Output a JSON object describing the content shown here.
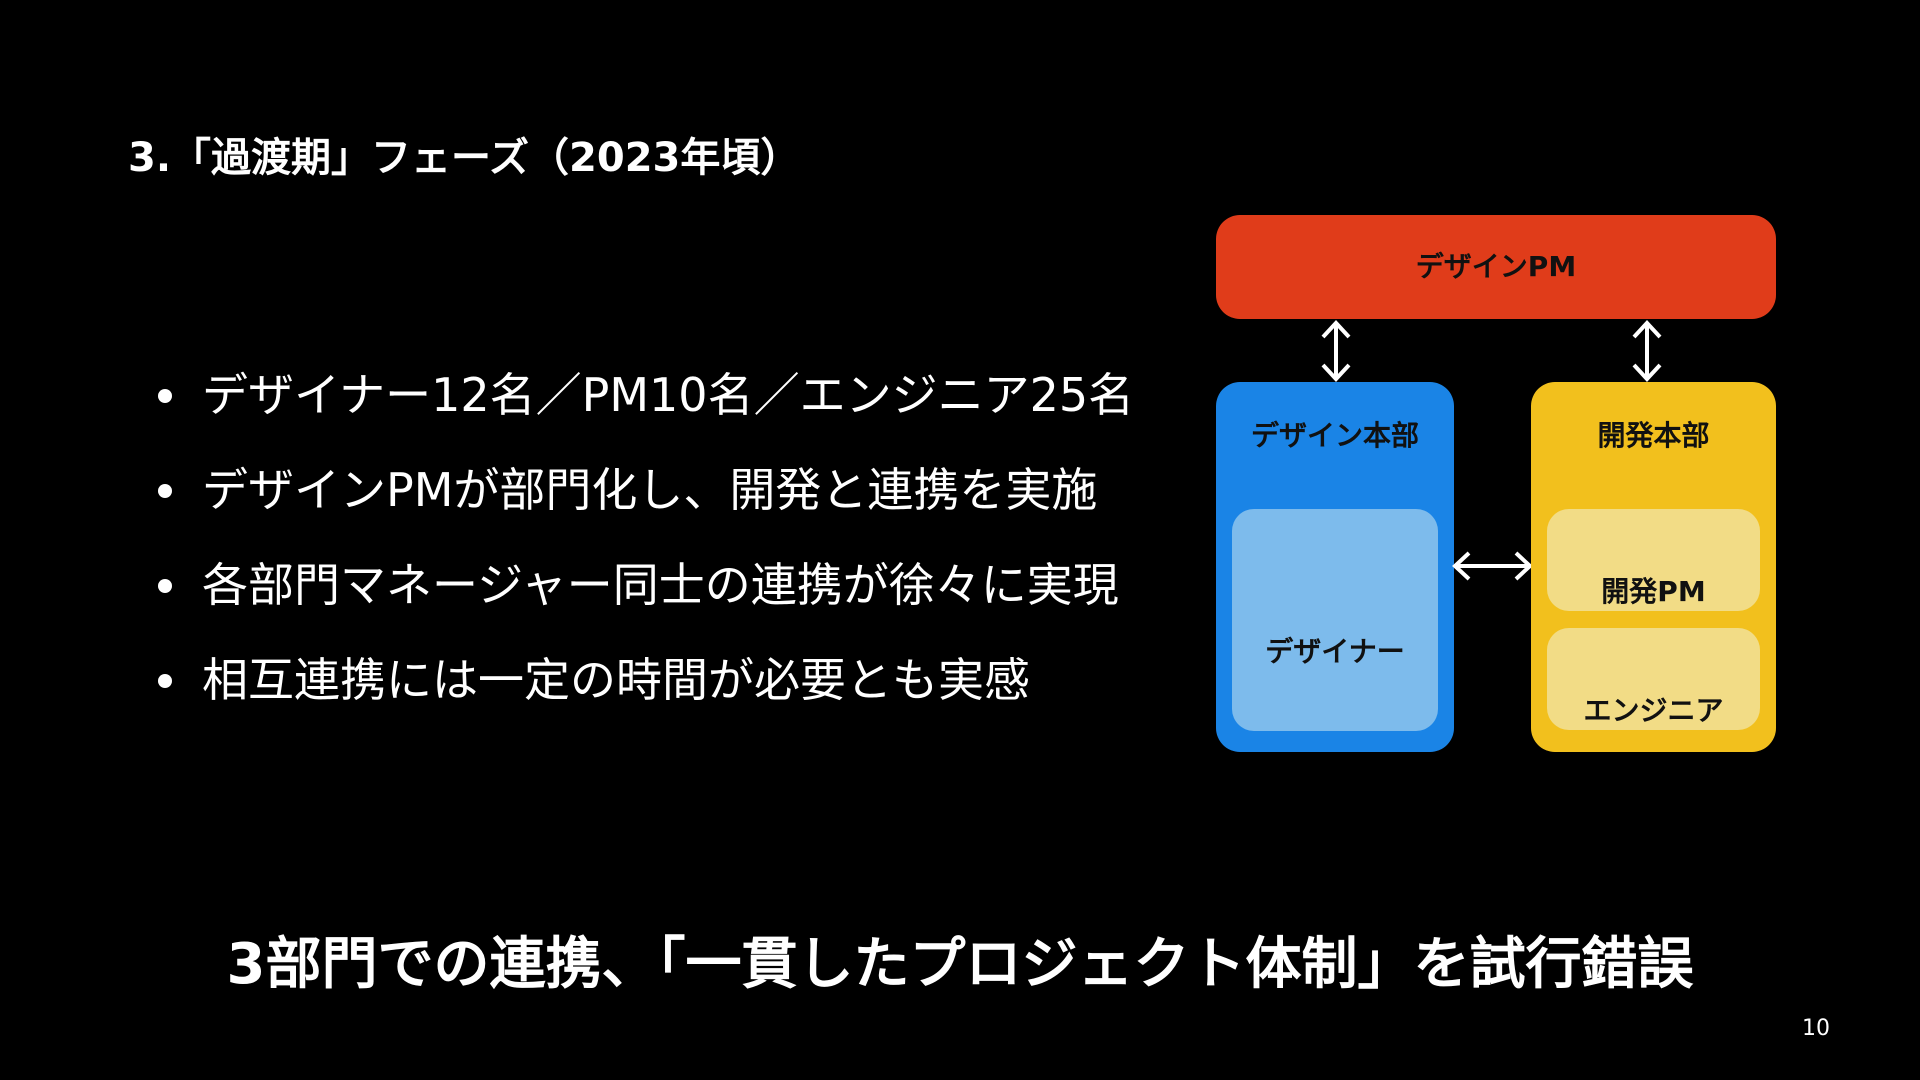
{
  "slide": {
    "title": "3.「過渡期」フェーズ（2023年頃）",
    "bullets": [
      "デザイナー12名／PM10名／エンジニア25名",
      "デザインPMが部門化し、開発と連携を実施",
      "各部門マネージャー同士の連携が徐々に実現",
      "相互連携には一定の時間が必要とも実感"
    ],
    "footer_message": "3部門での連携、「一貫したプロジェクト体制」を試行錯誤",
    "page_number": "10"
  },
  "org_chart": {
    "design_pm": "デザインPM",
    "design_dept": {
      "label": "デザイン本部",
      "members": [
        "デザイナー"
      ]
    },
    "dev_dept": {
      "label": "開発本部",
      "members": [
        "開発PM",
        "エンジニア"
      ]
    },
    "colors": {
      "design_pm": "#e03c1a",
      "design_dept": "#1a84e6",
      "designer": "#7dbbec",
      "dev_dept": "#f2c01d",
      "dev_member": "#f2dc86"
    },
    "arrows": [
      {
        "from": "design_pm",
        "to": "design_dept",
        "direction": "bidirectional"
      },
      {
        "from": "design_pm",
        "to": "dev_dept",
        "direction": "bidirectional"
      },
      {
        "from": "design_dept",
        "to": "dev_dept",
        "direction": "bidirectional"
      }
    ]
  }
}
